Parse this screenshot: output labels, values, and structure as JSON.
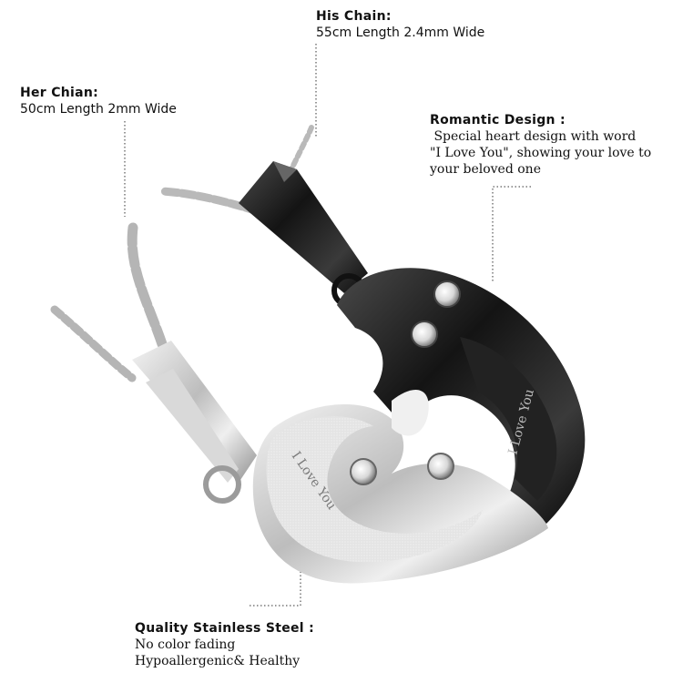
{
  "his_chain": {
    "title": "His Chain:",
    "lines": [
      "55cm Length 2.4mm Wide"
    ]
  },
  "her_chain": {
    "title": "Her Chian:",
    "lines": [
      "50cm Length 2mm Wide"
    ]
  },
  "romantic": {
    "title": "Romantic Design :",
    "lines": [
      " Special heart design with word",
      "\"I Love You\", showing your love to",
      "your beloved one"
    ]
  },
  "quality": {
    "title": "Quality Stainless Steel :",
    "lines": [
      "No color fading",
      "Hypoallergenic& Healthy"
    ]
  },
  "engraving_black": "I Love You",
  "engraving_silver": "I Love You",
  "colors": {
    "black": "#1a1a1a",
    "silver": "#c9c9c9",
    "frost": "#e6e6e6"
  }
}
